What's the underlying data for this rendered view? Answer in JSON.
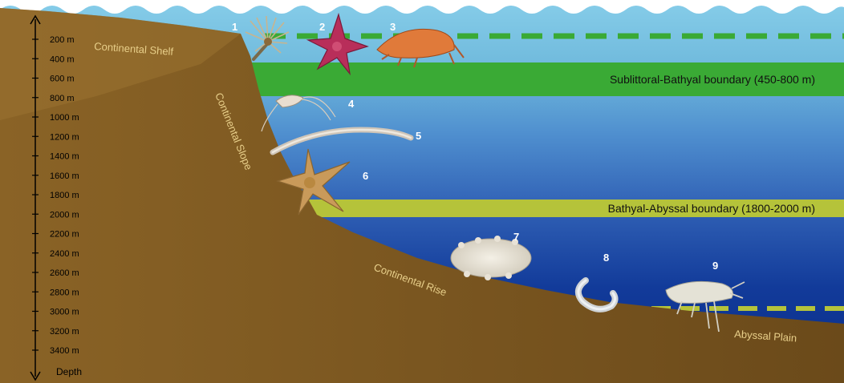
{
  "depth_axis": {
    "title": "Depth",
    "labels": [
      "200 m",
      "400 m",
      "600 m",
      "800 m",
      "1000 m",
      "1200 m",
      "1400 m",
      "1600 m",
      "1800 m",
      "2000 m",
      "2200 m",
      "2400 m",
      "2600 m",
      "2800 m",
      "3000 m",
      "3200 m",
      "3400 m"
    ]
  },
  "zones": {
    "sublittoral_bathyal": {
      "label": "Sublittoral-Bathyal boundary (450-800 m)",
      "color": "#3aaa35"
    },
    "bathyal_abyssal": {
      "label": "Bathyal-Abyssal boundary (1800-2000 m)",
      "color": "#b5c33a"
    }
  },
  "regions": {
    "shelf": "Continental Shelf",
    "slope": "Continental Slope",
    "rise": "Continental Rise",
    "plain": "Abyssal Plain"
  },
  "organisms": [
    {
      "num": "1",
      "icon": "polychaete-worm-icon"
    },
    {
      "num": "2",
      "icon": "red-starfish-icon"
    },
    {
      "num": "3",
      "icon": "orange-amphipod-icon"
    },
    {
      "num": "4",
      "icon": "shrimp-icon"
    },
    {
      "num": "5",
      "icon": "long-worm-icon"
    },
    {
      "num": "6",
      "icon": "tan-starfish-icon"
    },
    {
      "num": "7",
      "icon": "sea-cucumber-icon"
    },
    {
      "num": "8",
      "icon": "curled-worm-icon"
    },
    {
      "num": "9",
      "icon": "deep-amphipod-icon"
    }
  ],
  "colors": {
    "sea_surface": "#74c5ea",
    "deep_water": "#0a2f8f",
    "seafloor": "#7a5620"
  }
}
